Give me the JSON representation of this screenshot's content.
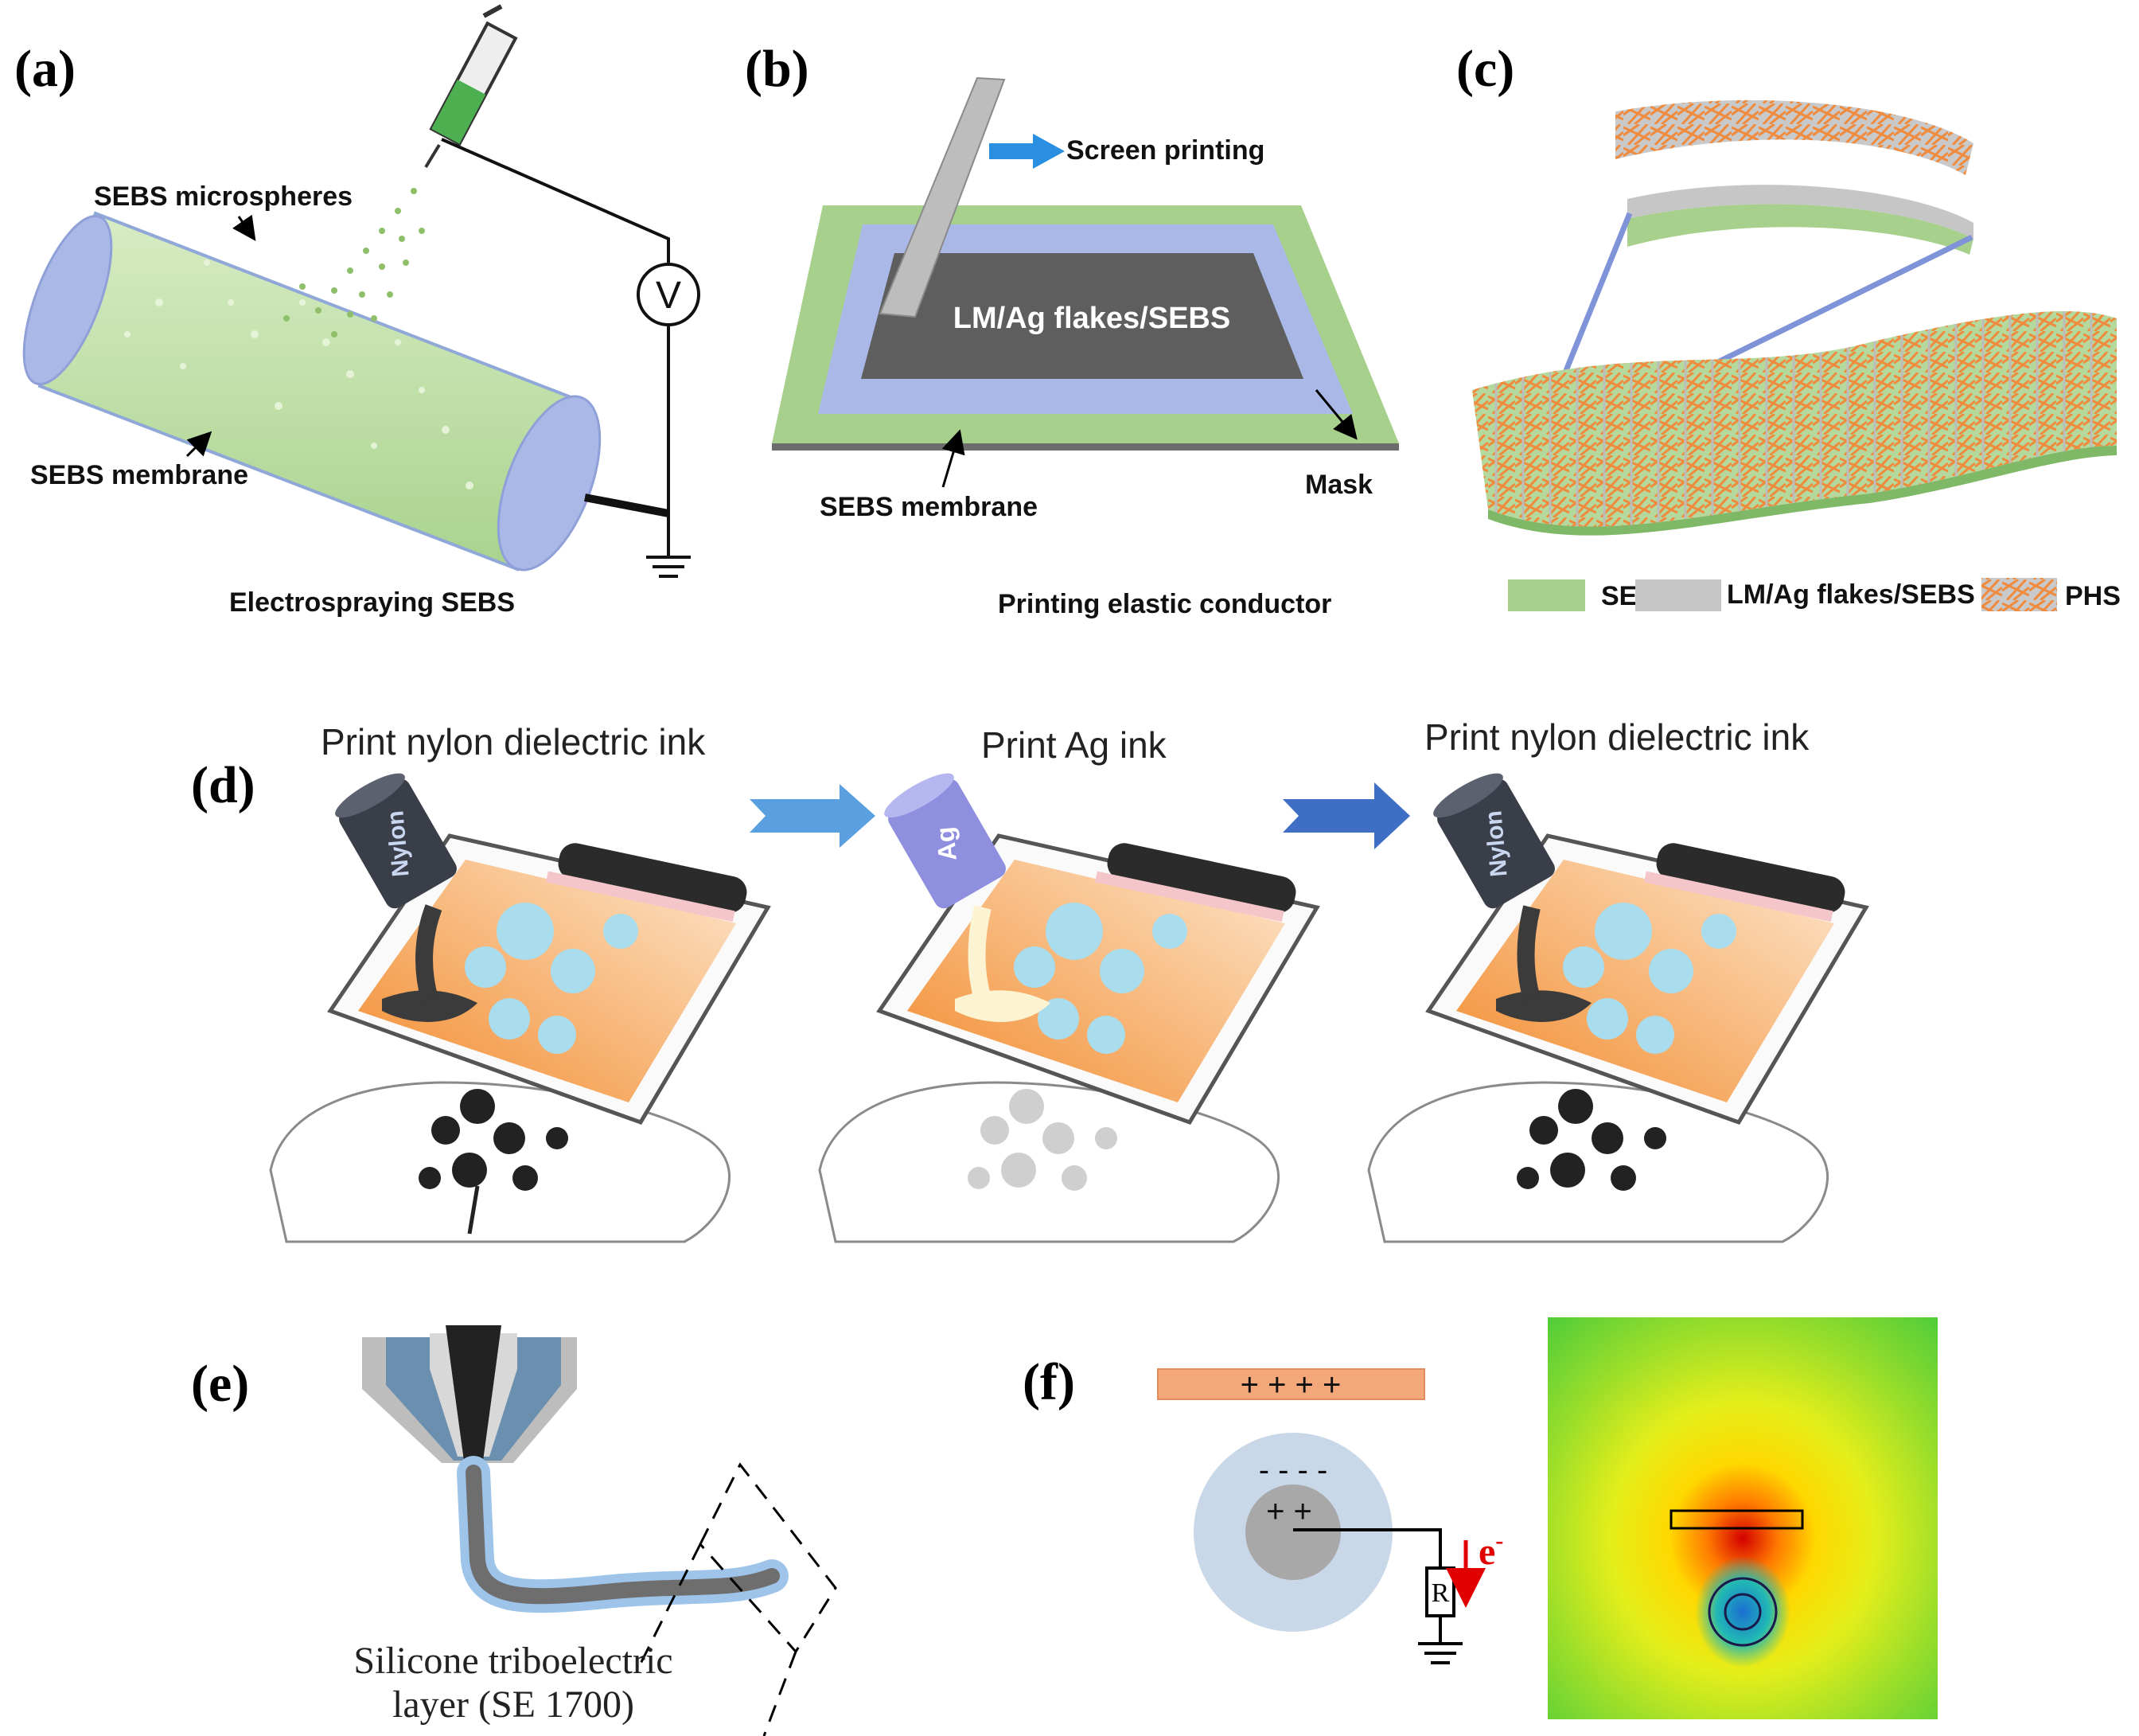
{
  "panels": {
    "a": {
      "label": "(a)",
      "microspheres": "SEBS microspheres",
      "membrane": "SEBS membrane",
      "voltmeter": "V",
      "caption": "Electrospraying SEBS"
    },
    "b": {
      "label": "(b)",
      "screen_printing": "Screen printing",
      "ink": "LM/Ag flakes/SEBS",
      "membrane": "SEBS membrane",
      "mask": "Mask",
      "caption": "Printing elastic conductor"
    },
    "c": {
      "label": "(c)",
      "legend": [
        "SEBS",
        "LM/Ag flakes/SEBS",
        "PHS"
      ]
    },
    "d": {
      "label": "(d)",
      "steps": [
        "Print nylon dielectric ink",
        "Print Ag ink",
        "Print nylon dielectric ink"
      ],
      "can_labels": [
        "Nylon",
        "Ag",
        "Nylon"
      ]
    },
    "e": {
      "label": "(e)",
      "caption_line1": "Silicone triboelectric",
      "caption_line2": "layer (SE 1700)"
    },
    "f": {
      "label": "(f)",
      "top_charges": "+ + + +",
      "outer_charges": "-   -   -   -",
      "inner_charges": "+   +",
      "resistor": "R",
      "electron": "e",
      "electron_sup": "-"
    }
  },
  "colors": {
    "sebs_green": "#b5d99c",
    "membrane_blue": "#aab8e8",
    "ink_dark": "#595959",
    "phs_orange": "#f08a3c",
    "arrow_blue": "#4a8fd6",
    "charge_plate": "#f4a87a",
    "electron_red": "#e00000"
  }
}
